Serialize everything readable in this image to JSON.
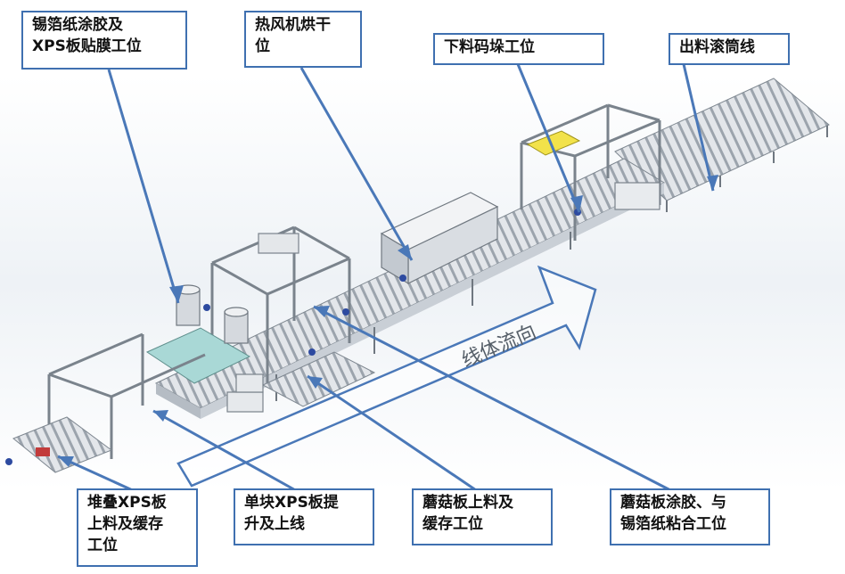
{
  "labels": {
    "foil_glue_xps": "锡箔纸涂胶及\nXPS板贴膜工位",
    "hot_air_dryer": "热风机烘干\n位",
    "unload_stack": "下料码垛工位",
    "outfeed_roller": "出料滚筒线",
    "stack_xps_buffer": "堆叠XPS板\n上料及缓存\n工位",
    "single_xps_lift": "单块XPS板提\n升及上线",
    "mushroom_load_buffer": "蘑菇板上料及\n缓存工位",
    "mushroom_glue_bond": "蘑菇板涂胶、与\n锡箔纸粘合工位"
  },
  "flow_direction_text": "线体流向",
  "colors": {
    "label_border": "#3f70b0",
    "leader_line": "#4a78b8",
    "machine_frame": "#9aa3ad",
    "glue_table": "#a9d8d6",
    "yellow_panel": "#f2e24a",
    "motor_blue": "#2d4aa0"
  }
}
